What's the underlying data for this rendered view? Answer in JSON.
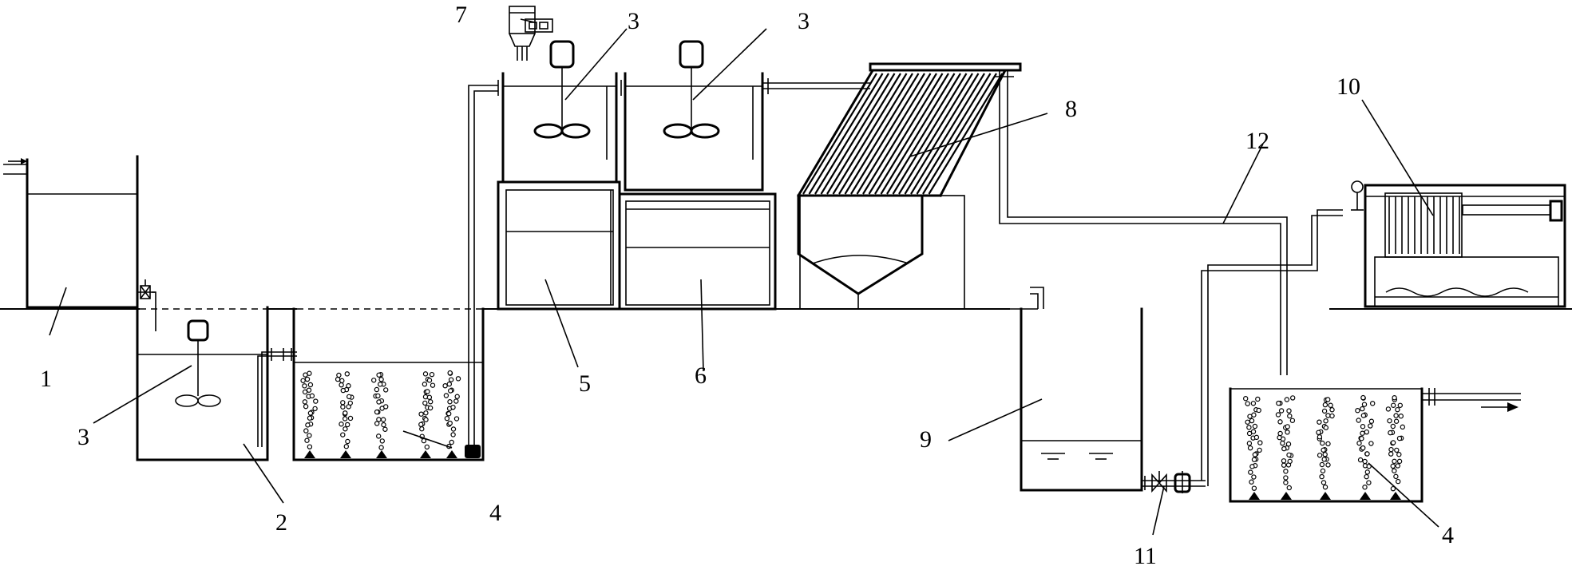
{
  "labels": {
    "n1": "1",
    "n2": "2",
    "n3a": "3",
    "n3b": "3",
    "n3c": "3",
    "n4a": "4",
    "n4b": "4",
    "n5": "5",
    "n6": "6",
    "n7": "7",
    "n8": "8",
    "n9": "9",
    "n10": "10",
    "n11": "11",
    "n12": "12"
  }
}
